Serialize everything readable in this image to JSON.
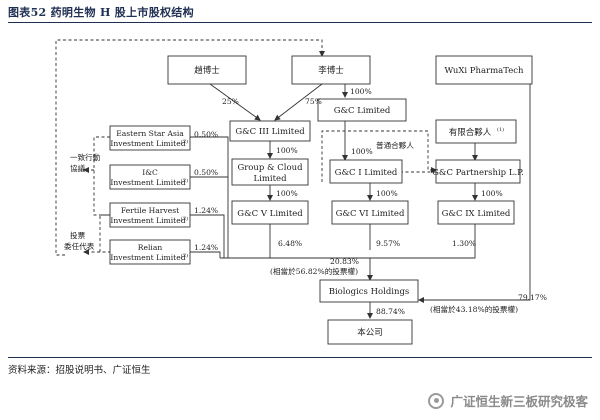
{
  "header": {
    "title": "图表52  药明生物 H 股上市股权结构"
  },
  "footer": {
    "source": "资料来源：招股说明书、广证恒生"
  },
  "watermark": {
    "text": "广证恒生新三板研究极客"
  },
  "nodes": {
    "dr_zhao": "趙博士",
    "dr_li": "李博士",
    "wuxi_pharmatech": "WuXi PharmaTech",
    "gc_limited": "G&C Limited",
    "eastern_star_1": "Eastern Star Asia",
    "eastern_star_2": "Investment Limited",
    "ic_1": "I&C",
    "ic_2": "Investment Limited",
    "fertile_1": "Fertile Harvest",
    "fertile_2": "Investment Limited",
    "relian_1": "Relian",
    "relian_2": "Investment Limited",
    "gc_iii": "G&C III Limited",
    "group_cloud_1": "Group & Cloud",
    "group_cloud_2": "Limited",
    "gc_v": "G&C V Limited",
    "gc_i": "G&C I Limited",
    "gc_vi": "G&C VI Limited",
    "lp_gp": "有限合夥人",
    "gc_partnership": "G&C Partnership L.P.",
    "gc_ix": "G&C IX Limited",
    "biologics": "Biologics Holdings",
    "company": "本公司",
    "note_mark": "(2)",
    "lp_mark": "(1)"
  },
  "labels": {
    "acting_concert_1": "一致行動",
    "acting_concert_2": "協議",
    "voting_proxy_1": "投票",
    "voting_proxy_2": "委任代表",
    "general_partner": "普通合夥人",
    "pct_zhao_gciii": "25%",
    "pct_li_gciii": "75%",
    "pct_li_gclimited": "100%",
    "pct_gciii_groupcloud": "100%",
    "pct_groupcloud_gcv": "100%",
    "pct_gclimited_gci": "100%",
    "pct_gci_gcvi": "100%",
    "pct_partnership_gcix": "100%",
    "pct_eastern": "0.50%",
    "pct_ic": "0.50%",
    "pct_fertile": "1.24%",
    "pct_relian": "1.24%",
    "pct_gcv": "6.48%",
    "pct_gcvi": "9.57%",
    "pct_gcix": "1.30%",
    "pct_group_total": "20.83%",
    "pct_group_vote": "(相當於56.82%的投票權)",
    "pct_wuxi": "79.17%",
    "pct_wuxi_vote": "(相當於43.18%的投票權)",
    "pct_company": "88.74%"
  }
}
